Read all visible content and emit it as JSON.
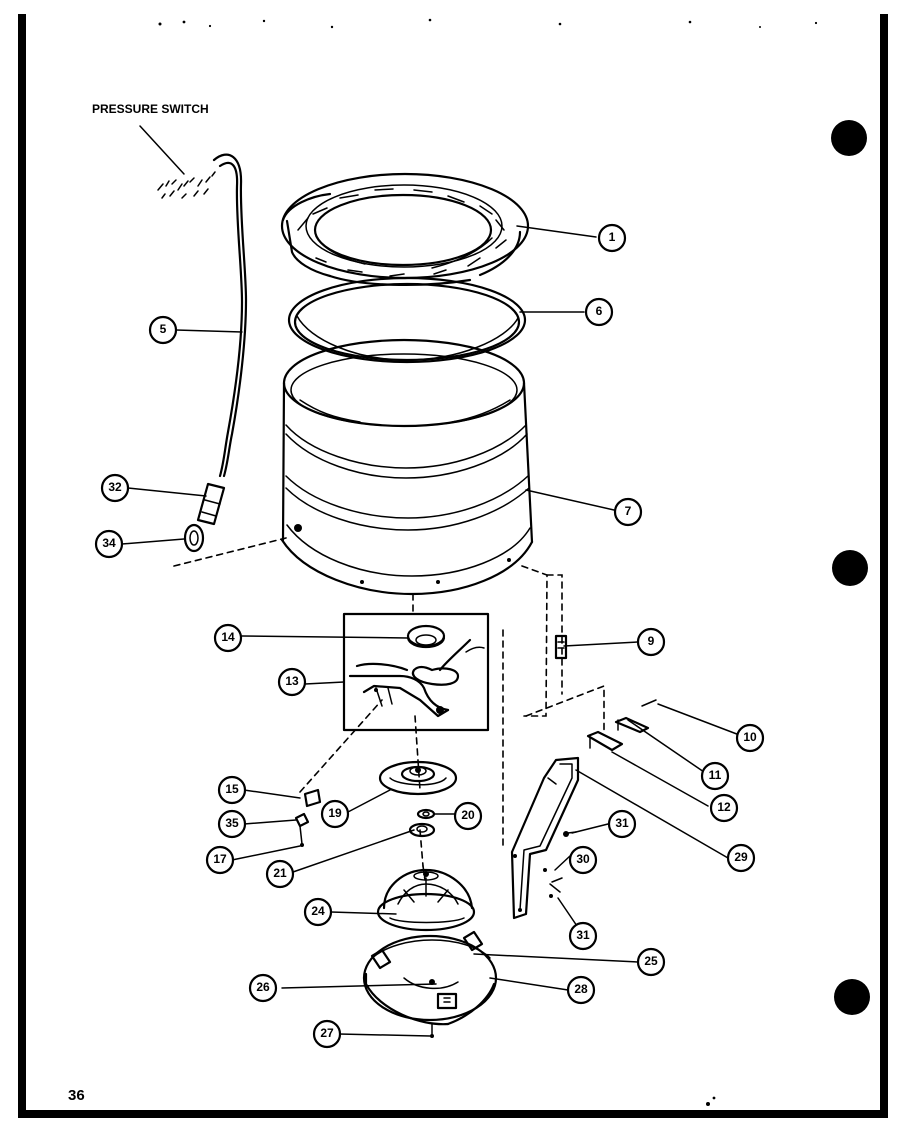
{
  "diagram": {
    "title_label": "PRESSURE SWITCH",
    "page_number": "36",
    "callouts": [
      {
        "id": "1",
        "text": "1"
      },
      {
        "id": "5",
        "text": "5"
      },
      {
        "id": "6",
        "text": "6"
      },
      {
        "id": "7",
        "text": "7"
      },
      {
        "id": "9",
        "text": "9"
      },
      {
        "id": "10",
        "text": "10"
      },
      {
        "id": "11",
        "text": "11"
      },
      {
        "id": "12",
        "text": "12"
      },
      {
        "id": "13",
        "text": "13"
      },
      {
        "id": "14",
        "text": "14"
      },
      {
        "id": "15",
        "text": "15"
      },
      {
        "id": "17",
        "text": "17"
      },
      {
        "id": "19",
        "text": "19"
      },
      {
        "id": "20",
        "text": "20"
      },
      {
        "id": "21",
        "text": "21"
      },
      {
        "id": "24",
        "text": "24"
      },
      {
        "id": "25",
        "text": "25"
      },
      {
        "id": "26",
        "text": "26"
      },
      {
        "id": "27",
        "text": "27"
      },
      {
        "id": "28",
        "text": "28"
      },
      {
        "id": "29",
        "text": "29"
      },
      {
        "id": "30",
        "text": "30"
      },
      {
        "id": "31a",
        "text": "31"
      },
      {
        "id": "31b",
        "text": "31"
      },
      {
        "id": "32",
        "text": "32"
      },
      {
        "id": "34",
        "text": "34"
      },
      {
        "id": "35",
        "text": "35"
      }
    ]
  }
}
